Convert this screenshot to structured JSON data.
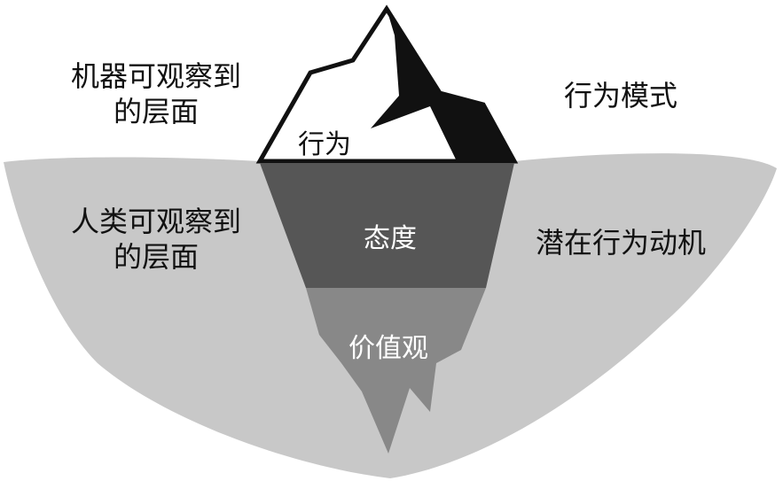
{
  "diagram": {
    "left_labels": {
      "above_water": {
        "line1": "机器可观察到",
        "line2": "的层面"
      },
      "below_water": {
        "line1": "人类可观察到",
        "line2": "的层面"
      }
    },
    "right_labels": {
      "above_water": "行为模式",
      "below_water": "潜在行为动机"
    },
    "iceberg_layers": {
      "tip": "行为",
      "middle": "态度",
      "bottom": "价值观"
    }
  }
}
